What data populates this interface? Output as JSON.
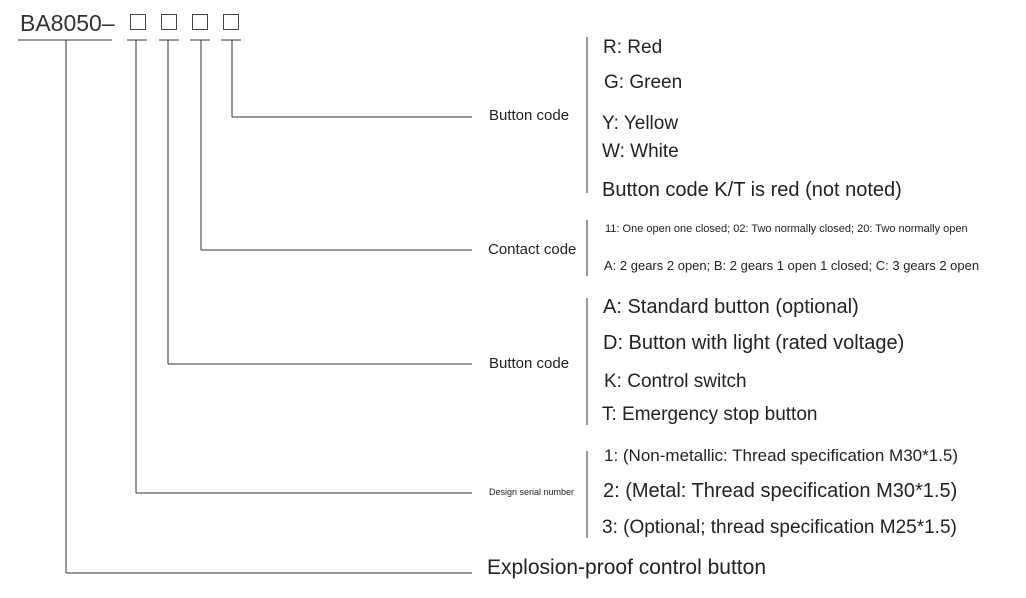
{
  "model": {
    "prefix": "BA8050–",
    "slot_count": 4
  },
  "groups": [
    {
      "label": "Button code",
      "options": [
        "R: Red",
        "G: Green",
        "Y: Yellow",
        "W: White",
        "Button code K/T is red (not noted)"
      ]
    },
    {
      "label": "Contact code",
      "options": [
        "11: One open one closed; 02: Two normally closed; 20: Two normally open",
        "A: 2 gears 2 open; B: 2 gears 1 open 1 closed; C: 3 gears 2 open"
      ]
    },
    {
      "label": "Button code",
      "options": [
        "A: Standard button (optional)",
        "D: Button with light (rated voltage)",
        "K: Control switch",
        "T: Emergency stop button"
      ]
    },
    {
      "label": "Design serial number",
      "options": [
        "1: (Non-metallic: Thread specification M30*1.5)",
        "2: (Metal: Thread specification M30*1.5)",
        "3: (Optional; thread specification M25*1.5)"
      ]
    }
  ],
  "bottom_label": "Explosion-proof control button",
  "colors": {
    "line": "#333333",
    "text": "#222222"
  }
}
